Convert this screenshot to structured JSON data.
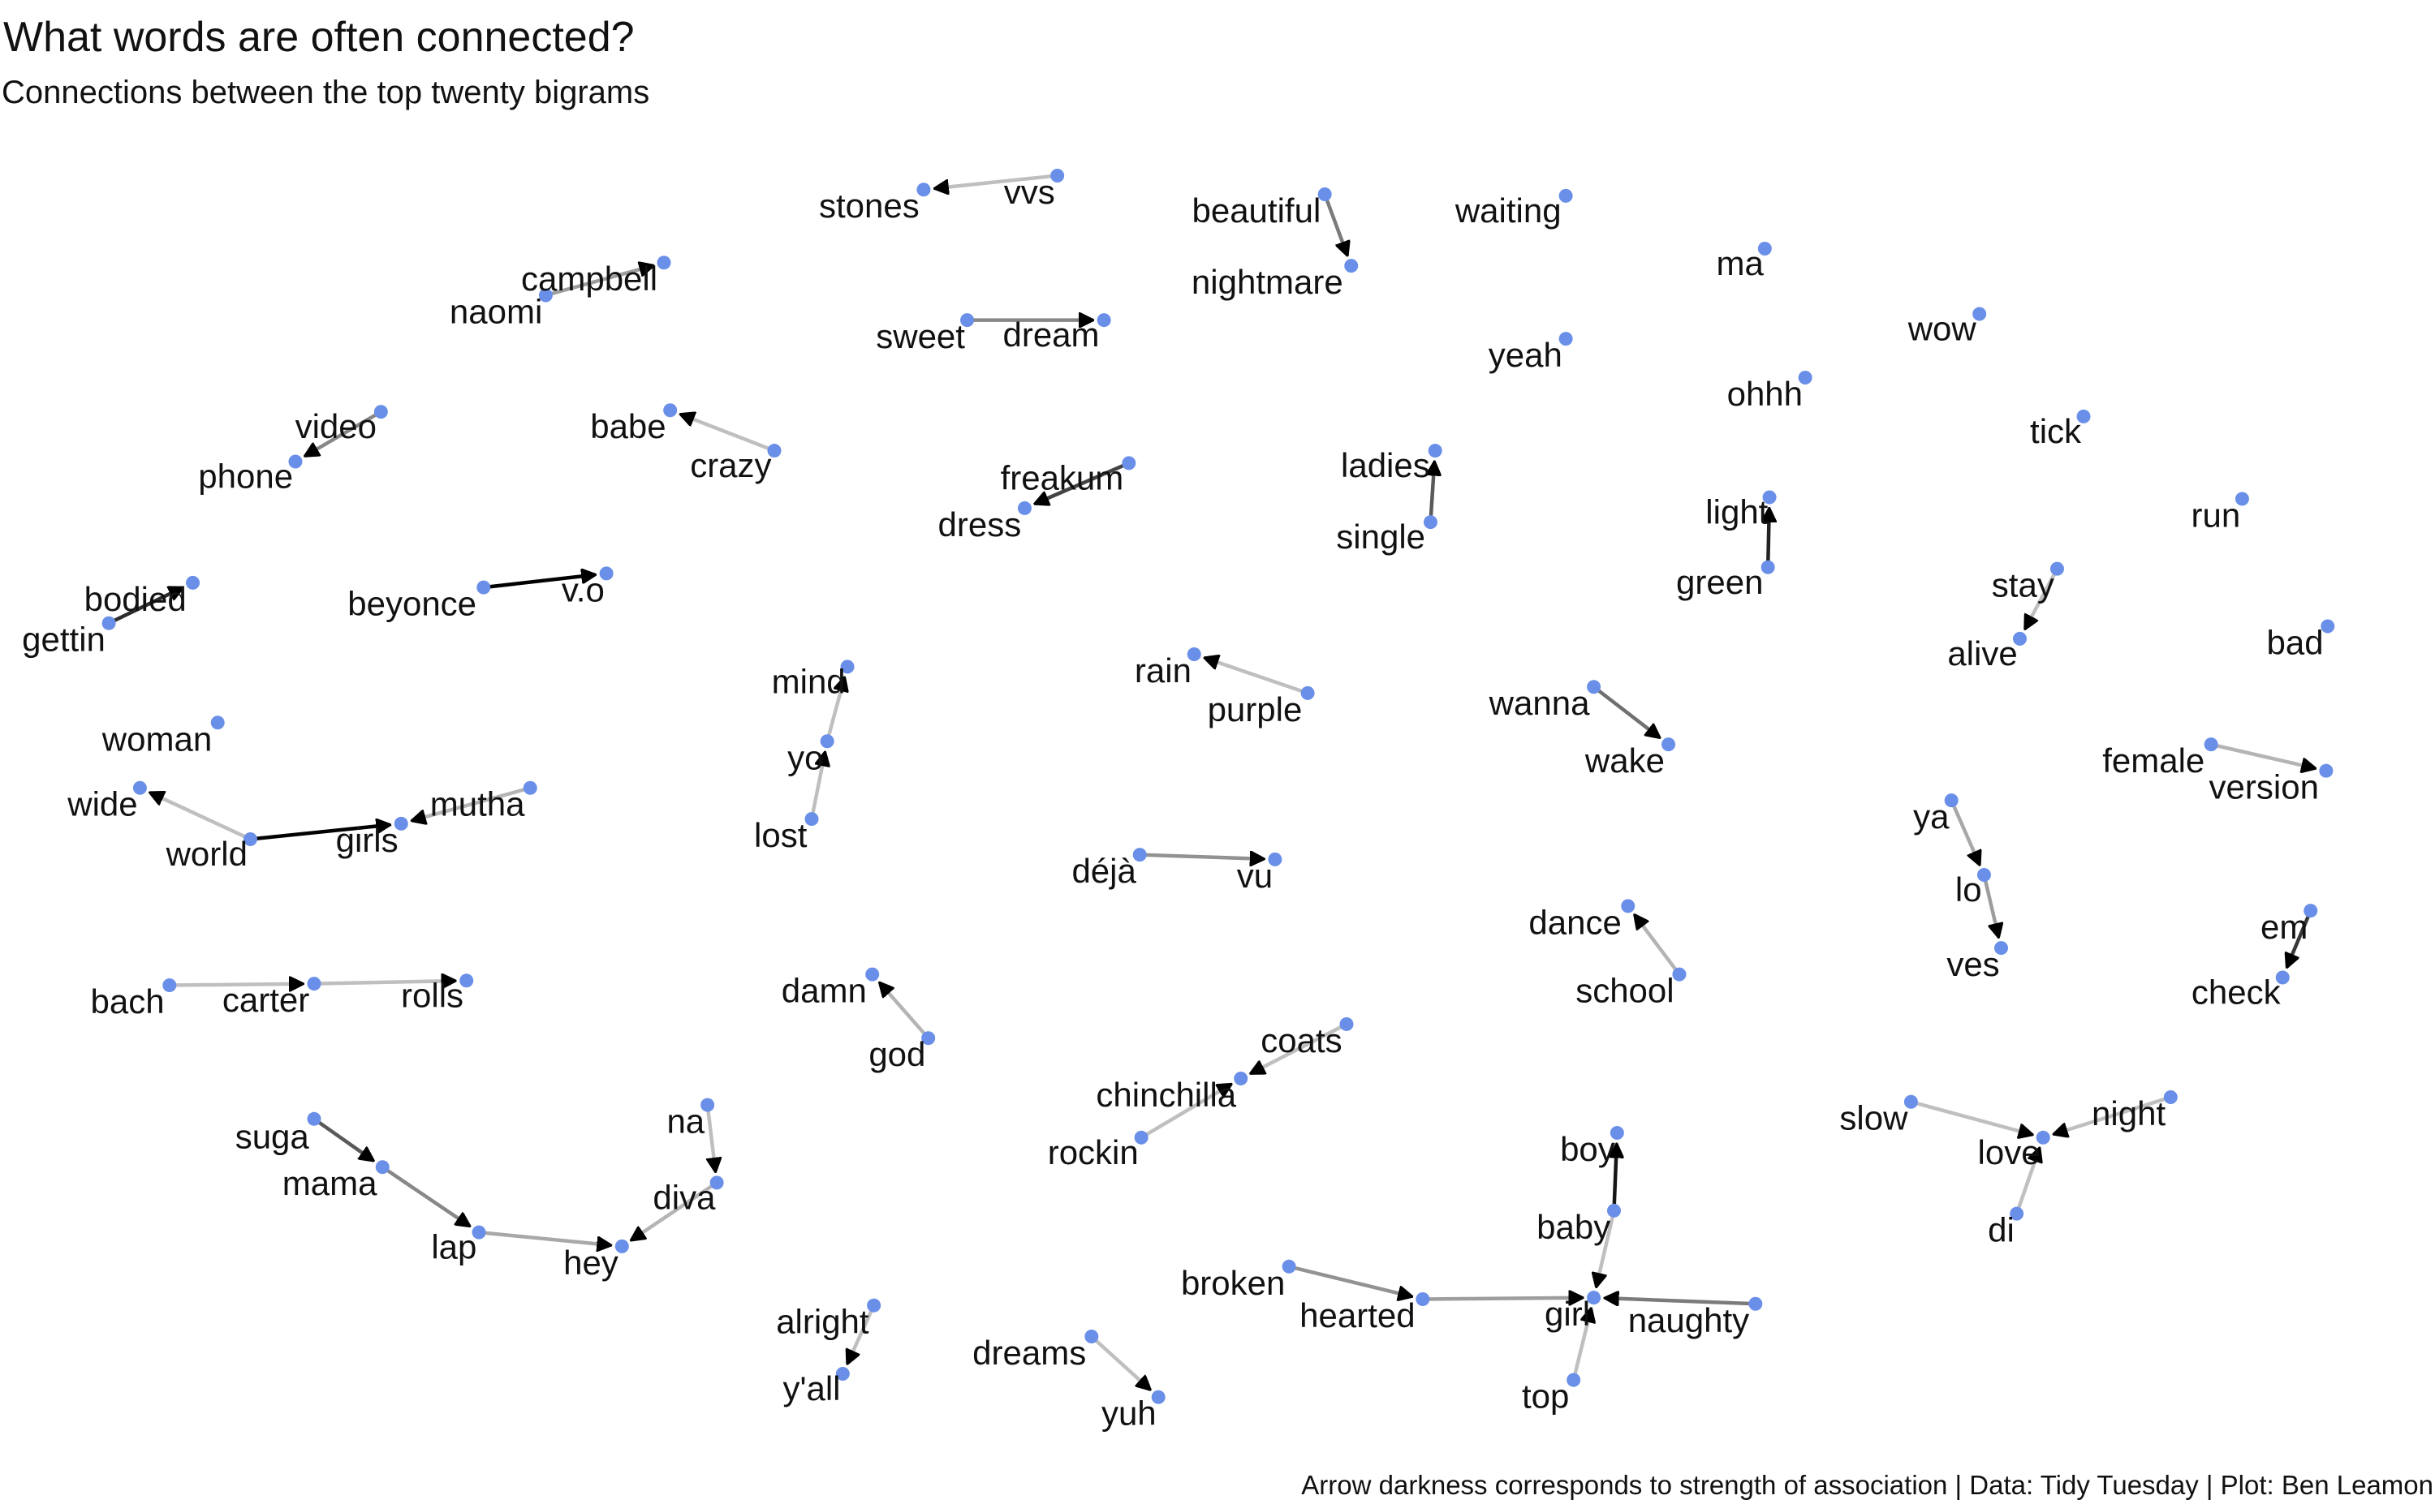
{
  "header": {
    "title": "What words are often connected?",
    "subtitle": "Connections between the top twenty bigrams"
  },
  "caption": "Arrow darkness corresponds to strength of association | Data: Tidy Tuesday | Plot: Ben Leamon",
  "colors": {
    "node": "#6a8fe8",
    "edge": "#000000",
    "label": "#111111",
    "background": "#ffffff"
  },
  "chart_data": {
    "type": "network",
    "nodes": [
      "stones",
      "vvs",
      "beautiful",
      "nightmare",
      "waiting",
      "ma",
      "campbell",
      "naomi",
      "sweet",
      "dream",
      "yeah",
      "wow",
      "video",
      "phone",
      "babe",
      "crazy",
      "ohhh",
      "tick",
      "freakum",
      "dress",
      "ladies",
      "single",
      "light",
      "green",
      "run",
      "bodied",
      "gettin",
      "beyonce",
      "v.o",
      "stay",
      "alive",
      "bad",
      "mind",
      "yo",
      "lost",
      "rain",
      "purple",
      "wanna",
      "wake",
      "woman",
      "wide",
      "mutha",
      "world",
      "girls",
      "female",
      "version",
      "ya",
      "lo",
      "ves",
      "déjà",
      "vu",
      "dance",
      "school",
      "em",
      "check",
      "bach",
      "carter",
      "rolls",
      "damn",
      "god",
      "coats",
      "chinchilla",
      "rockin",
      "suga",
      "mama",
      "lap",
      "hey",
      "na",
      "diva",
      "slow",
      "night",
      "love",
      "di",
      "boy",
      "baby",
      "broken",
      "hearted",
      "girl",
      "naughty",
      "top",
      "alright",
      "y'all",
      "dreams",
      "yuh"
    ],
    "edges": [
      {
        "from": "vvs",
        "to": "stones",
        "strength": 0.15
      },
      {
        "from": "beautiful",
        "to": "nightmare",
        "strength": 0.45
      },
      {
        "from": "naomi",
        "to": "campbell",
        "strength": 0.3
      },
      {
        "from": "sweet",
        "to": "dream",
        "strength": 0.4
      },
      {
        "from": "video",
        "to": "phone",
        "strength": 0.4
      },
      {
        "from": "crazy",
        "to": "babe",
        "strength": 0.15
      },
      {
        "from": "freakum",
        "to": "dress",
        "strength": 0.7
      },
      {
        "from": "single",
        "to": "ladies",
        "strength": 0.6
      },
      {
        "from": "green",
        "to": "light",
        "strength": 0.85
      },
      {
        "from": "gettin",
        "to": "bodied",
        "strength": 0.8
      },
      {
        "from": "beyonce",
        "to": "v.o",
        "strength": 1.0
      },
      {
        "from": "stay",
        "to": "alive",
        "strength": 0.15
      },
      {
        "from": "lost",
        "to": "yo",
        "strength": 0.15
      },
      {
        "from": "yo",
        "to": "mind",
        "strength": 0.15
      },
      {
        "from": "purple",
        "to": "rain",
        "strength": 0.15
      },
      {
        "from": "wanna",
        "to": "wake",
        "strength": 0.5
      },
      {
        "from": "world",
        "to": "wide",
        "strength": 0.15
      },
      {
        "from": "world",
        "to": "girls",
        "strength": 1.0
      },
      {
        "from": "mutha",
        "to": "girls",
        "strength": 0.2
      },
      {
        "from": "female",
        "to": "version",
        "strength": 0.2
      },
      {
        "from": "ya",
        "to": "lo",
        "strength": 0.25
      },
      {
        "from": "lo",
        "to": "ves",
        "strength": 0.3
      },
      {
        "from": "déjà",
        "to": "vu",
        "strength": 0.35
      },
      {
        "from": "school",
        "to": "dance",
        "strength": 0.2
      },
      {
        "from": "em",
        "to": "check",
        "strength": 0.75
      },
      {
        "from": "bach",
        "to": "carter",
        "strength": 0.15
      },
      {
        "from": "carter",
        "to": "rolls",
        "strength": 0.15
      },
      {
        "from": "god",
        "to": "damn",
        "strength": 0.2
      },
      {
        "from": "coats",
        "to": "chinchilla",
        "strength": 0.15
      },
      {
        "from": "rockin",
        "to": "chinchilla",
        "strength": 0.15
      },
      {
        "from": "suga",
        "to": "mama",
        "strength": 0.6
      },
      {
        "from": "mama",
        "to": "lap",
        "strength": 0.4
      },
      {
        "from": "lap",
        "to": "hey",
        "strength": 0.25
      },
      {
        "from": "diva",
        "to": "hey",
        "strength": 0.2
      },
      {
        "from": "na",
        "to": "diva",
        "strength": 0.15
      },
      {
        "from": "slow",
        "to": "love",
        "strength": 0.15
      },
      {
        "from": "night",
        "to": "love",
        "strength": 0.15
      },
      {
        "from": "di",
        "to": "love",
        "strength": 0.15
      },
      {
        "from": "baby",
        "to": "boy",
        "strength": 0.9
      },
      {
        "from": "broken",
        "to": "hearted",
        "strength": 0.35
      },
      {
        "from": "hearted",
        "to": "girl",
        "strength": 0.3
      },
      {
        "from": "naughty",
        "to": "girl",
        "strength": 0.45
      },
      {
        "from": "baby",
        "to": "girl",
        "strength": 0.15
      },
      {
        "from": "top",
        "to": "girl",
        "strength": 0.15
      },
      {
        "from": "alright",
        "to": "y'all",
        "strength": 0.15
      },
      {
        "from": "dreams",
        "to": "yuh",
        "strength": 0.15
      }
    ]
  }
}
